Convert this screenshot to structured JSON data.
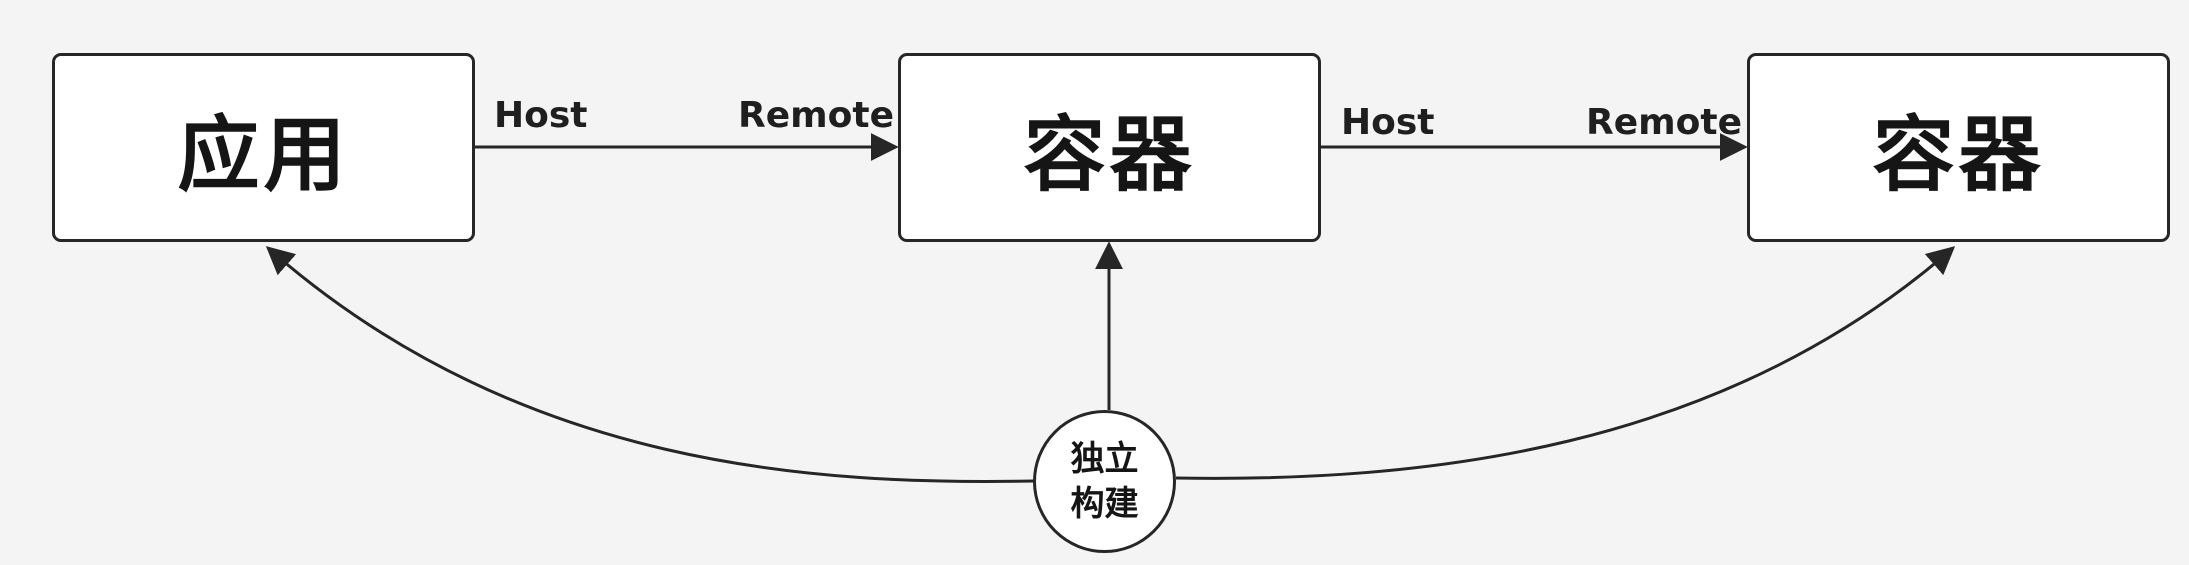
{
  "nodes": {
    "app": "应用",
    "container_1": "容器",
    "container_2": "容器"
  },
  "edges": [
    {
      "from_label": "Host",
      "to_label": "Remote"
    },
    {
      "from_label": "Host",
      "to_label": "Remote"
    }
  ],
  "hub": {
    "line_1": "独立",
    "line_2": "构建"
  },
  "colors": {
    "background": "#f4f4f4",
    "stroke": "#262626",
    "node_fill": "#ffffff"
  }
}
